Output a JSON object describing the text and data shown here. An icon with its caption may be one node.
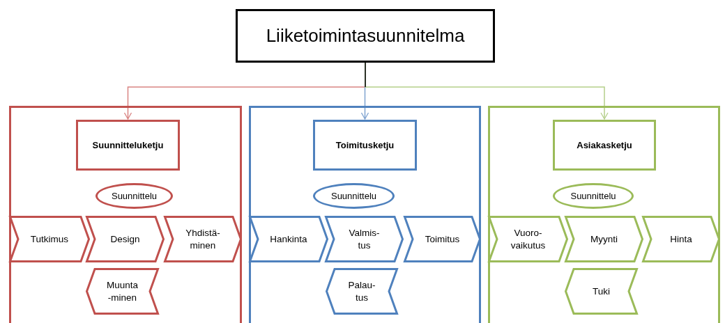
{
  "diagram": {
    "nodes": [
      {
        "text": [
          "Liiketoimintasuunnitelma"
        ]
      },
      {
        "text": [],
        "shape": "box"
      },
      {
        "text": [
          "Suunnitteluketju"
        ],
        "in": 1
      },
      {
        "text": [
          "Suunnittelu"
        ],
        "in": 1
      },
      {
        "text": [
          "Tutkimus"
        ],
        "in": 1
      },
      {
        "text": [
          "Design"
        ],
        "in": 1
      },
      {
        "text": [
          "Yhdistä- minen"
        ],
        "in": 1
      },
      {
        "text": [
          "Muunta -minen"
        ],
        "in": 1
      },
      {
        "text": [],
        "shape": "box"
      },
      {
        "text": [
          "Toimitusketju"
        ],
        "in": 8
      },
      {
        "text": [
          "Suunnittelu"
        ],
        "in": 8
      },
      {
        "text": [
          "Hankinta"
        ],
        "in": 8
      },
      {
        "text": [
          "Valmis- tus"
        ],
        "in": 8
      },
      {
        "text": [
          "Toimitus"
        ],
        "in": 8
      },
      {
        "text": [
          "Palau- tus"
        ],
        "in": 8
      },
      {
        "text": [],
        "shape": "box"
      },
      {
        "text": [
          "Asiakasketju"
        ],
        "in": 15
      },
      {
        "text": [
          "Suunnittelu"
        ],
        "in": 15
      },
      {
        "text": [
          "Vuoro- vaikutus"
        ],
        "in": 15
      },
      {
        "text": [
          "Myynti"
        ],
        "in": 15
      },
      {
        "text": [
          "Hinta"
        ],
        "in": 15
      },
      {
        "text": [
          "Tuki"
        ],
        "in": 15
      }
    ],
    "edges": [
      {
        "from": 0,
        "to": 2,
        "arrow": "to",
        "color": "#d98482"
      },
      {
        "from": 0,
        "to": 9,
        "arrow": "to",
        "color": "#7fa3d0"
      },
      {
        "from": 0,
        "to": 16,
        "arrow": "to",
        "color": "#b5cf8a"
      }
    ]
  }
}
